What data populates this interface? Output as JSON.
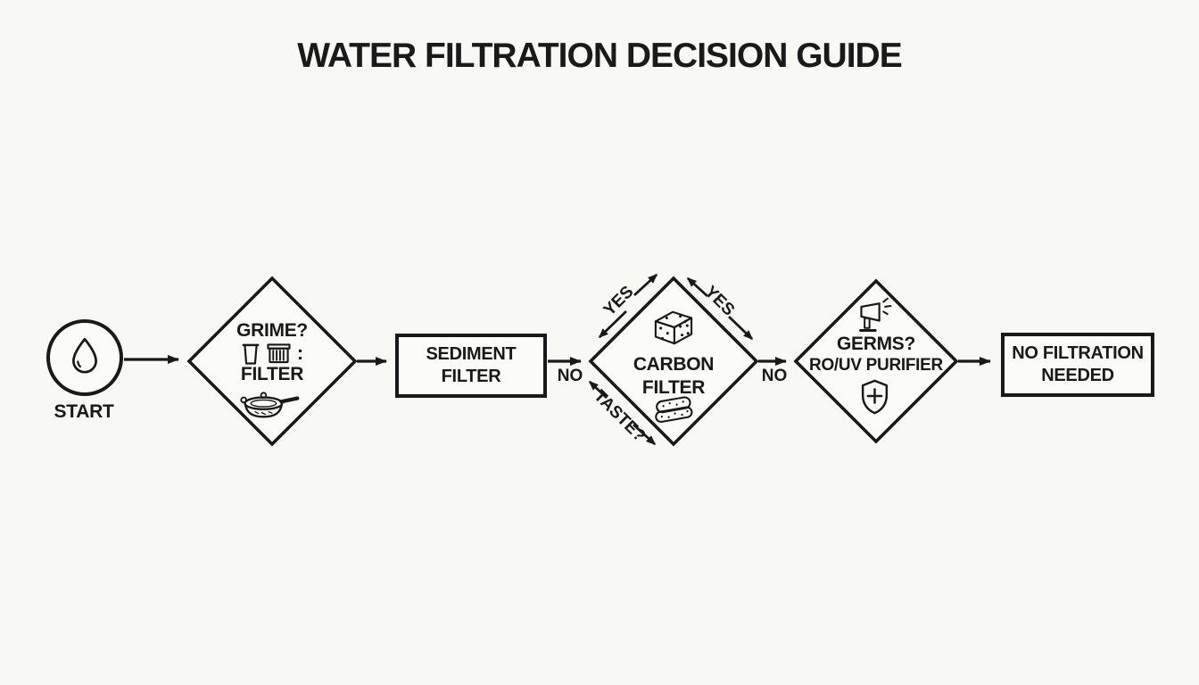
{
  "app": {
    "title": "WATER FILTRATION DECISION GUIDE"
  },
  "colors": {
    "background": "#f8f8f5",
    "ink": "#191919"
  },
  "nodes": {
    "start": {
      "label": "START",
      "icon": "water-drop-icon"
    },
    "grime_decision": {
      "question": "GRIME?",
      "action": "FILTER",
      "icon_suffix": ":",
      "icons": [
        "cup-icon",
        "filter-cartridge-icon",
        "strainer-icon"
      ]
    },
    "sediment_filter": {
      "line1": "SEDIMENT",
      "line2": "FILTER"
    },
    "carbon_decision": {
      "line1": "CARBON",
      "line2": "FILTER",
      "icons": [
        "carbon-block-icon",
        "sponge-icon"
      ]
    },
    "germs_decision": {
      "question": "GERMS?",
      "action": "RO/UV PURIFIER",
      "icons": [
        "uv-lamp-icon",
        "shield-plus-icon"
      ]
    },
    "no_filtration": {
      "line1": "NO FILTRATION",
      "line2": "NEEDED"
    }
  },
  "edge_labels": {
    "sediment_to_carbon": "NO",
    "carbon_to_germs": "NO",
    "carbon_yes_upper_left": "YES",
    "carbon_yes_upper_right": "YES",
    "carbon_taste_lower_left": "TASTE?"
  }
}
